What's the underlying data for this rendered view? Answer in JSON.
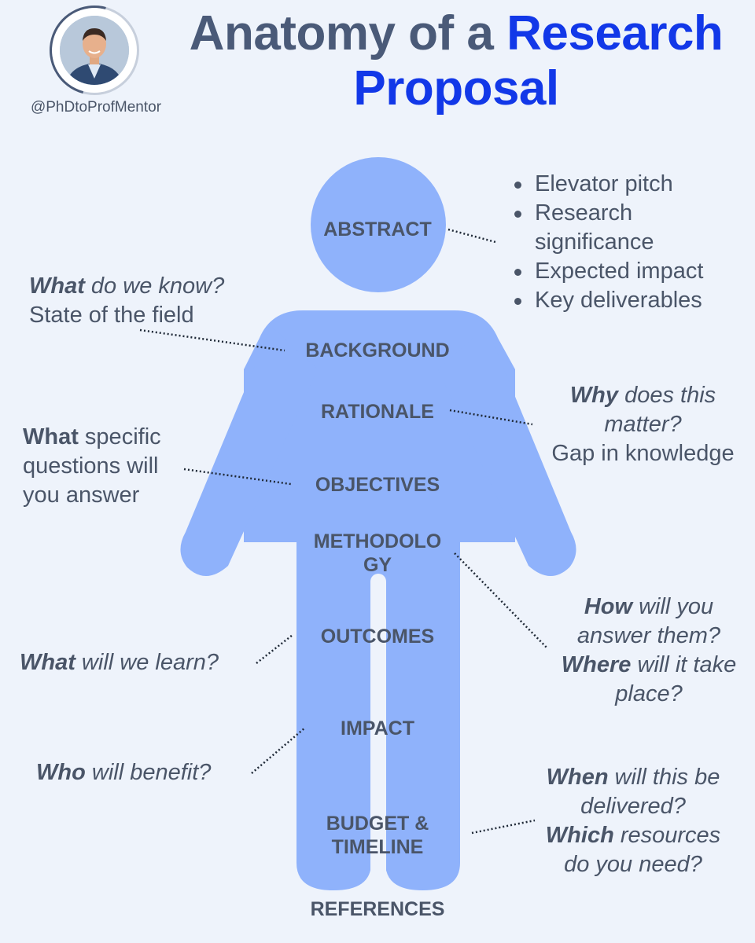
{
  "header": {
    "title_part1": "Anatomy of a",
    "title_accent_line1": "Research",
    "title_accent_line2": "Proposal",
    "handle": "@PhDtoProfMentor"
  },
  "colors": {
    "figure": "#8fb2fb",
    "title": "#4a5a78",
    "accent": "#1238e8",
    "text": "#4a5568",
    "background": "#eef3fb"
  },
  "sections": {
    "abstract": "ABSTRACT",
    "background": "BACKGROUND",
    "rationale": "RATIONALE",
    "objectives": "OBJECTIVES",
    "methodology_line1": "METHODOLO",
    "methodology_line2": "GY",
    "outcomes": "OUTCOMES",
    "impact": "IMPACT",
    "budget_line1": "BUDGET &",
    "budget_line2": "TIMELINE",
    "references": "REFERENCES"
  },
  "notes": {
    "abstract_bullets": [
      "Elevator pitch",
      "Research",
      "significance",
      "Expected impact",
      "Key deliverables"
    ],
    "background": {
      "bold": "What",
      "rest": " do we know?",
      "line2": "State of the field"
    },
    "rationale": {
      "bold": "Why",
      "rest": " does this",
      "line2": "matter?",
      "line3": "Gap in knowledge"
    },
    "objectives": {
      "bold": "What",
      "rest": " specific",
      "line2": "questions will",
      "line3": "you answer"
    },
    "methodology": {
      "bold1": "How",
      "rest1": " will you",
      "line2": "answer them?",
      "bold3": "Where",
      "rest3": " will it take",
      "line4": "place?"
    },
    "outcomes": {
      "bold": "What",
      "rest": " will we learn?"
    },
    "impact": {
      "bold": "Who",
      "rest": " will benefit?"
    },
    "budget": {
      "bold1": "When",
      "rest1": " will this be",
      "line2": "delivered?",
      "bold3": "Which",
      "rest3": " resources",
      "line4": "do you need?"
    }
  }
}
